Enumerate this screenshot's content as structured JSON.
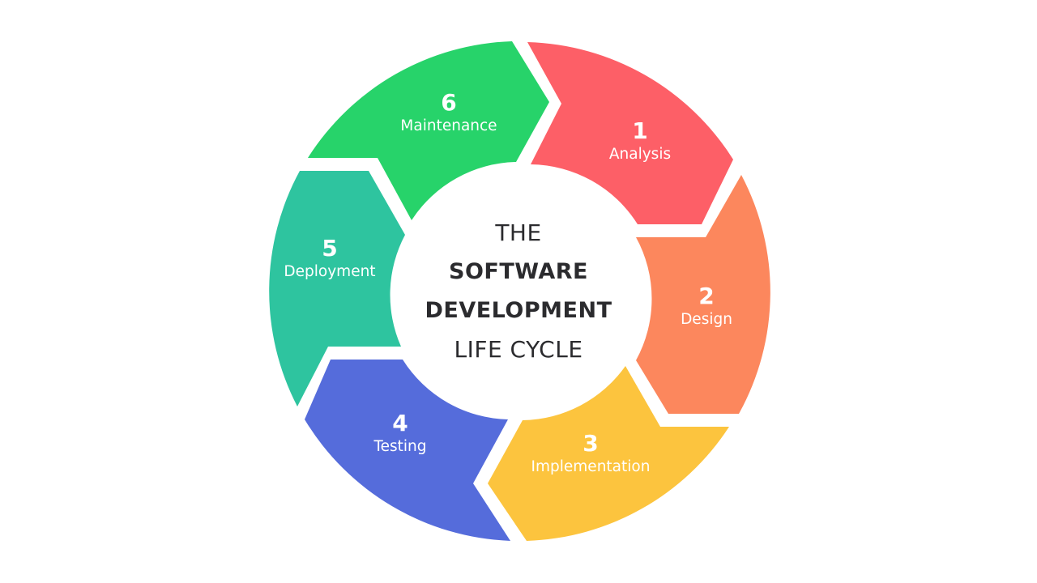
{
  "title": {
    "line1": "THE",
    "line2": "SOFTWARE",
    "line3": "DEVELOPMENT",
    "line4": "LIFE CYCLE"
  },
  "steps": [
    {
      "number": "1",
      "label": "Analysis",
      "color": "#fd5f67"
    },
    {
      "number": "2",
      "label": "Design",
      "color": "#fc875d"
    },
    {
      "number": "3",
      "label": "Implementation",
      "color": "#fcc43e"
    },
    {
      "number": "4",
      "label": "Testing",
      "color": "#556cdb"
    },
    {
      "number": "5",
      "label": "Deployment",
      "color": "#2ec49f"
    },
    {
      "number": "6",
      "label": "Maintenance",
      "color": "#27d36a"
    }
  ],
  "colors": {
    "background": "#ffffff",
    "title_text": "#2b2b2e",
    "step_text": "#ffffff"
  }
}
